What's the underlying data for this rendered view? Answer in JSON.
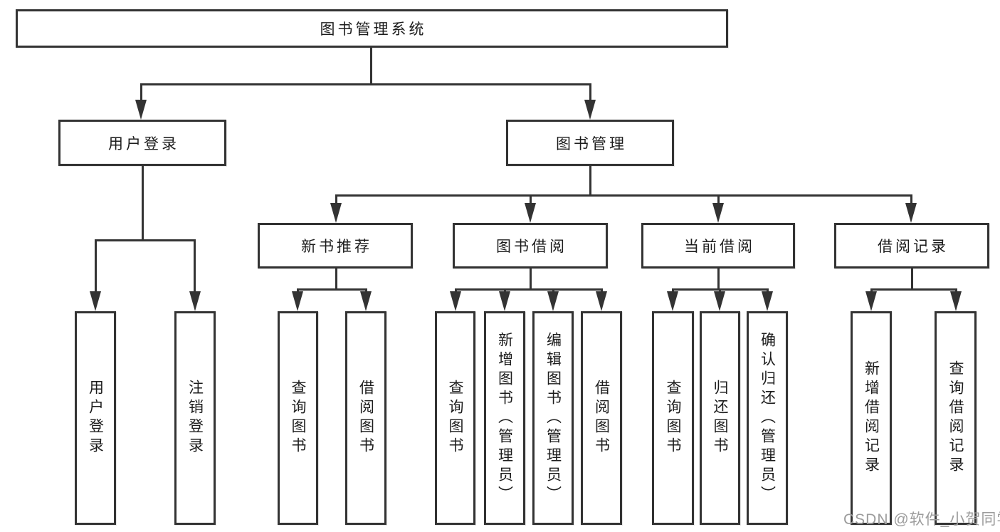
{
  "diagram": {
    "root": {
      "label": "图书管理系统"
    },
    "level2": [
      {
        "label": "用户登录"
      },
      {
        "label": "图书管理"
      }
    ],
    "level3": [
      {
        "label": "新书推荐"
      },
      {
        "label": "图书借阅"
      },
      {
        "label": "当前借阅"
      },
      {
        "label": "借阅记录"
      }
    ],
    "leaves": [
      {
        "label": "用户登录",
        "parent": "用户登录"
      },
      {
        "label": "注销登录",
        "parent": "用户登录"
      },
      {
        "label": "查询图书",
        "parent": "新书推荐"
      },
      {
        "label": "借阅图书",
        "parent": "新书推荐"
      },
      {
        "label": "查询图书",
        "parent": "图书借阅"
      },
      {
        "label": "新增图书（管理员）",
        "parent": "图书借阅"
      },
      {
        "label": "编辑图书（管理员）",
        "parent": "图书借阅"
      },
      {
        "label": "借阅图书",
        "parent": "图书借阅"
      },
      {
        "label": "查询图书",
        "parent": "当前借阅"
      },
      {
        "label": "归还图书",
        "parent": "当前借阅"
      },
      {
        "label": "确认归还（管理员）",
        "parent": "当前借阅"
      },
      {
        "label": "新增借阅记录",
        "parent": "借阅记录"
      },
      {
        "label": "查询借阅记录",
        "parent": "借阅记录"
      }
    ],
    "watermark": "CSDN @软件_小贺同学",
    "colors": {
      "line": "#333333",
      "text": "#1c1c1c",
      "watermark": "#9c9c9c",
      "background": "#ffffff"
    }
  }
}
